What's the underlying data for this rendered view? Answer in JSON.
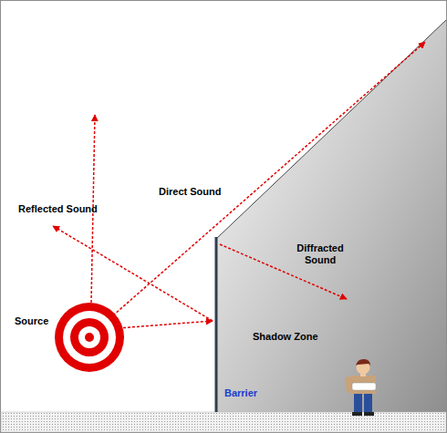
{
  "diagram": {
    "labels": [
      "Reflected Sound",
      "Direct Sound",
      "Diffracted Sound",
      "Source",
      "Shadow Zone",
      "Barrier"
    ]
  }
}
